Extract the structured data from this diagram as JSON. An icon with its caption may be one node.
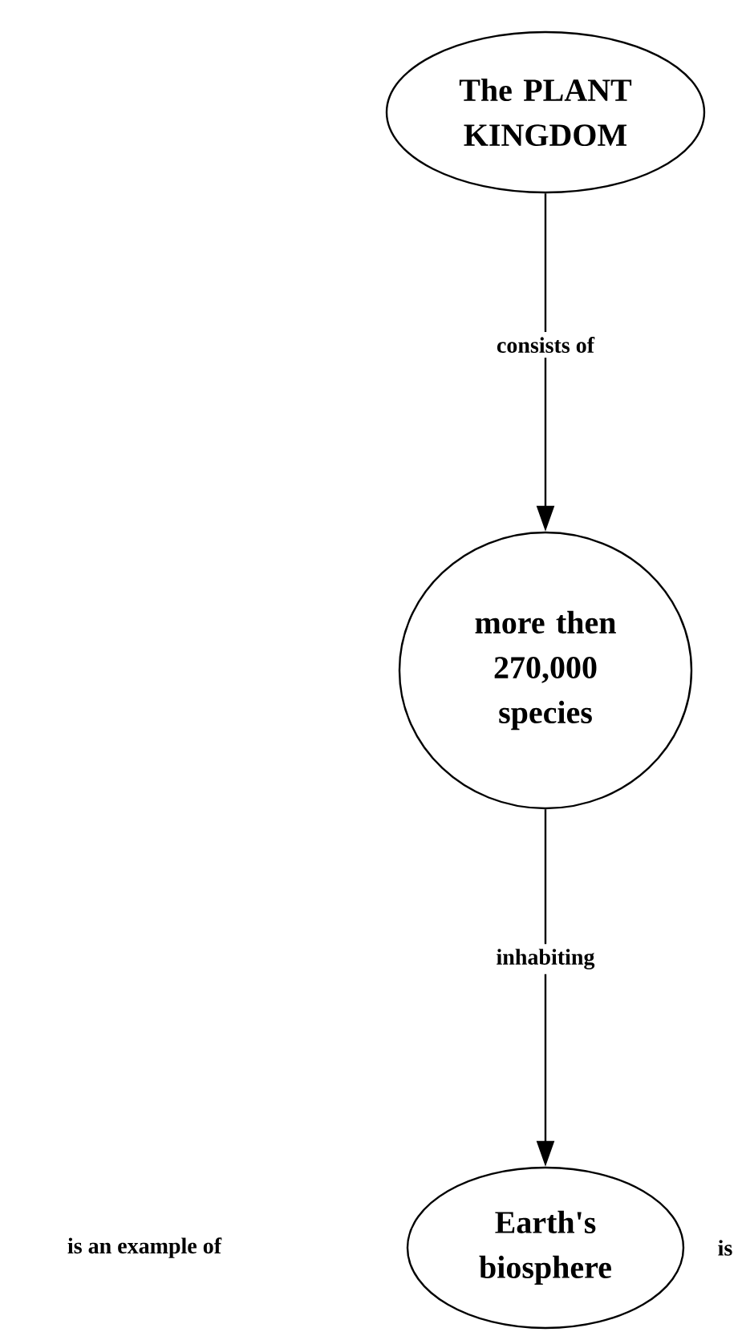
{
  "diagram": {
    "nodes": [
      {
        "text": [
          "The PLANT KINGDOM"
        ]
      },
      {
        "text": [
          "more then 270,000 species"
        ]
      },
      {
        "text": [
          "Earth's biosphere"
        ]
      }
    ],
    "edges": [
      {
        "from": 0,
        "to": 1,
        "arrow": "to",
        "label": "consists of"
      },
      {
        "from": 1,
        "to": 2,
        "arrow": "to",
        "label": "inhabiting"
      }
    ],
    "labels": [
      "is an example of",
      "is"
    ]
  }
}
